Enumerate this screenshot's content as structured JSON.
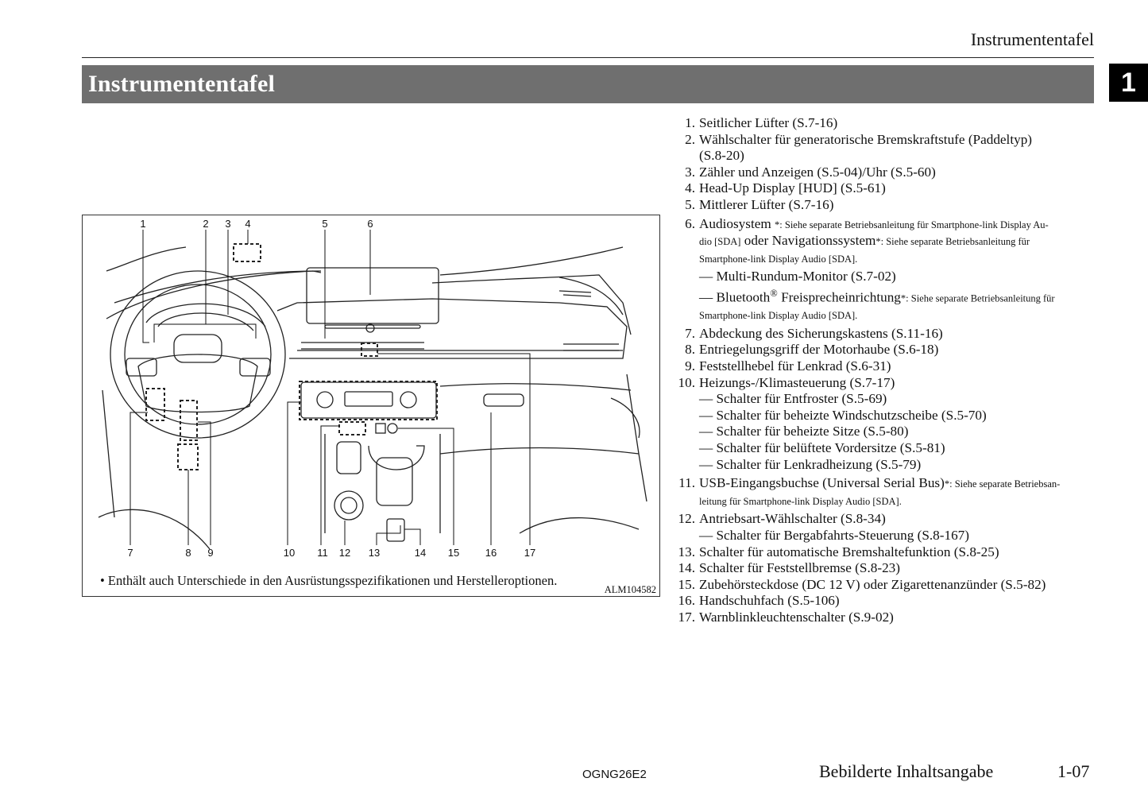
{
  "header": {
    "running_title": "Instrumententafel"
  },
  "section": {
    "title": "Instrumententafel",
    "chapter": "1"
  },
  "figure": {
    "callouts_top": [
      "1",
      "2",
      "3",
      "4",
      "5",
      "6"
    ],
    "callouts_bottom": [
      "7",
      "8",
      "9",
      "10",
      "11",
      "12",
      "13",
      "14",
      "15",
      "16",
      "17"
    ],
    "note": "• Enthält auch Unterschiede in den Ausrüstungsspezifikationen und Herstelleroptionen.",
    "code": "ALM104582"
  },
  "legend": {
    "i1": {
      "num": "1.",
      "text": "Seitlicher Lüfter (S.7-16)"
    },
    "i2": {
      "num": "2.",
      "text": "Wählschalter für generatorische Bremskraftstufe (Paddeltyp)",
      "text2": "(S.8-20)"
    },
    "i3": {
      "num": "3.",
      "text": "Zähler und Anzeigen (S.5-04)/Uhr (S.5-60)"
    },
    "i4": {
      "num": "4.",
      "text": "Head-Up Display [HUD] (S.5-61)"
    },
    "i5": {
      "num": "5.",
      "text": "Mittlerer Lüfter (S.7-16)"
    },
    "i6": {
      "num": "6.",
      "a": "Audiosystem",
      "a_note": "*: Siehe separate Betriebsanleitung für Smartphone-link Display Au-",
      "a_note2": "dio [SDA]",
      "b": "oder Navigationssystem",
      "b_note": "*: Siehe separate Betriebsanleitung für",
      "b_note2": "Smartphone-link Display Audio [SDA].",
      "sub1": "— Multi-Rundum-Monitor (S.7-02)",
      "sub2a": "— Bluetooth",
      "sub2reg": "®",
      "sub2b": "Freisprecheinrichtung",
      "sub2_note": "*: Siehe separate Betriebsanleitung für",
      "sub2_note2": "Smartphone-link Display Audio [SDA]."
    },
    "i7": {
      "num": "7.",
      "text": "Abdeckung des Sicherungskastens (S.11-16)"
    },
    "i8": {
      "num": "8.",
      "text": "Entriegelungsgriff der Motorhaube (S.6-18)"
    },
    "i9": {
      "num": "9.",
      "text": "Feststellhebel für Lenkrad (S.6-31)"
    },
    "i10": {
      "num": "10.",
      "text": "Heizungs-/Klimasteuerung (S.7-17)",
      "subs": [
        "— Schalter für Entfroster (S.5-69)",
        "— Schalter für beheizte Windschutzscheibe (S.5-70)",
        "— Schalter für beheizte Sitze (S.5-80)",
        "— Schalter für belüftete Vordersitze (S.5-81)",
        "— Schalter für Lenkradheizung (S.5-79)"
      ]
    },
    "i11": {
      "num": "11.",
      "text": "USB-Eingangsbuchse (Universal Serial Bus)",
      "note": "*: Siehe separate Betriebsan-",
      "note2": "leitung für Smartphone-link Display Audio [SDA]."
    },
    "i12": {
      "num": "12.",
      "text": "Antriebsart-Wählschalter (S.8-34)",
      "sub": "— Schalter für Bergabfahrts-Steuerung (S.8-167)"
    },
    "i13": {
      "num": "13.",
      "text": "Schalter für automatische Bremshaltefunktion (S.8-25)"
    },
    "i14": {
      "num": "14.",
      "text": "Schalter für Feststellbremse (S.8-23)"
    },
    "i15": {
      "num": "15.",
      "text": "Zubehörsteckdose (DC 12 V) oder Zigarettenanzünder (S.5-82)"
    },
    "i16": {
      "num": "16.",
      "text": "Handschuhfach (S.5-106)"
    },
    "i17": {
      "num": "17.",
      "text": "Warnblinkleuchtenschalter (S.9-02)"
    }
  },
  "footer": {
    "code": "OGNG26E2",
    "title": "Bebilderte Inhaltsangabe",
    "page": "1-07"
  }
}
